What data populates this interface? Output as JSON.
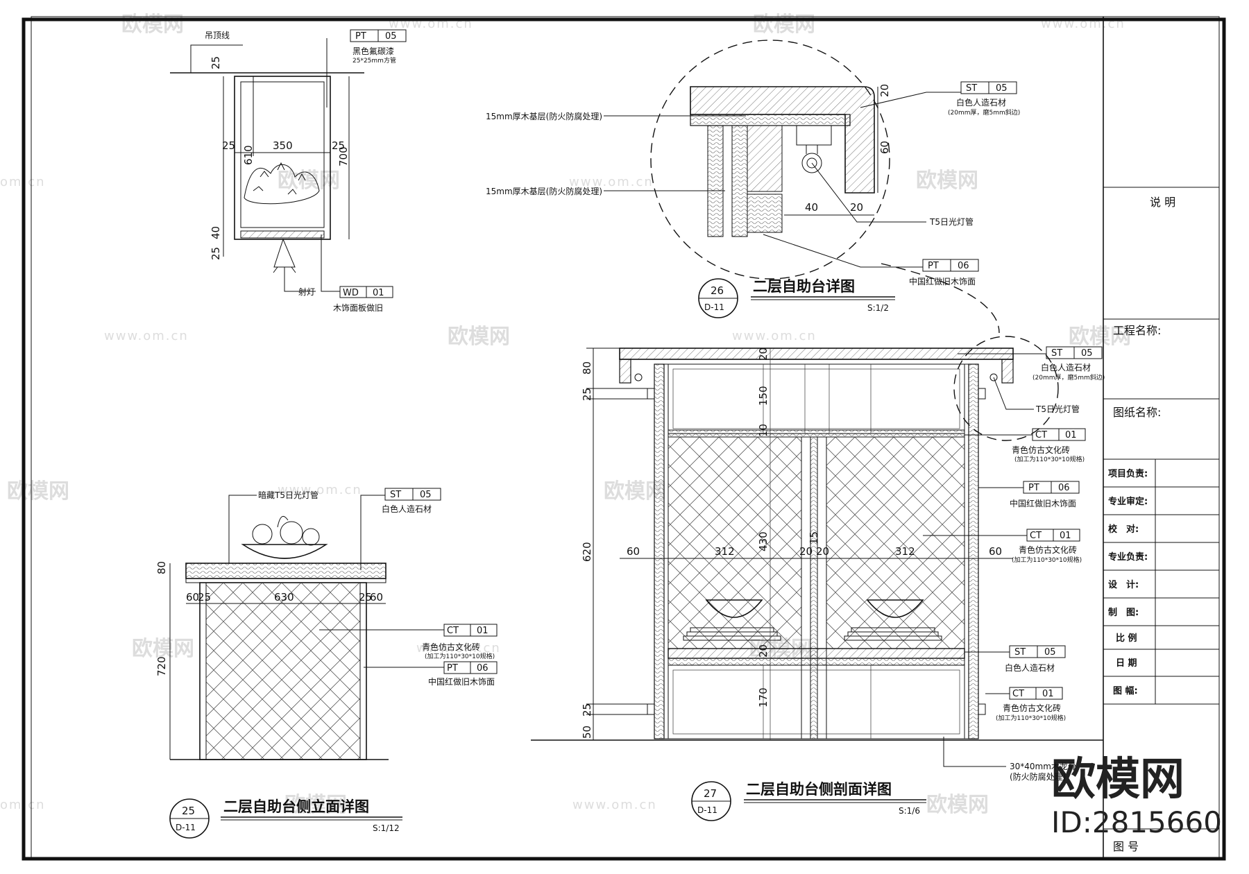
{
  "watermark": {
    "brand": "欧模网",
    "url": "www.om.cn",
    "url_short": "om.cn",
    "id": "ID:2815660"
  },
  "title_block": {
    "notes_heading": "说 明",
    "project_name": "工程名称:",
    "drawing_name": "图纸名称:",
    "rows": [
      "项目负责:",
      "专业审定:",
      "校　对:",
      "专业负责:",
      "设　计:",
      "制　图:",
      "比 例",
      "日 期",
      "图 幅:"
    ],
    "drawing_no": "图 号"
  },
  "detail26": {
    "number": "26",
    "sheet": "D-11",
    "title": "二层自助台详图",
    "scale": "S:1/2",
    "notes": {
      "board1": "15mm厚木基层(防火防腐处理)",
      "board2": "15mm厚木基层(防火防腐处理)",
      "lamp": "T5日光灯管",
      "st_desc": "白色人造石材",
      "st_sub": "(20mm厚，磨5mm斜边)",
      "pt_desc": "中国红做旧木饰面"
    },
    "tags": {
      "st": "ST",
      "st_no": "05",
      "pt": "PT",
      "pt_no": "06"
    },
    "dims": {
      "d20": "20",
      "d60": "60",
      "d40": "40",
      "d20b": "20"
    }
  },
  "detail_plan": {
    "notes": {
      "ceiling": "吊顶线",
      "paint": "黑色氟碳漆",
      "pipe": "25*25mm方管",
      "spot": "射灯",
      "wood": "木饰面板做旧"
    },
    "tags": {
      "pt": "PT",
      "pt_no": "05",
      "wd": "WD",
      "wd_no": "01"
    },
    "dims": {
      "top": "25",
      "left": "25",
      "w": "350",
      "right": "25",
      "inner": "610",
      "h": "700",
      "b1": "40",
      "b2": "25"
    }
  },
  "detail25": {
    "number": "25",
    "sheet": "D-11",
    "title": "二层自助台侧立面详图",
    "scale": "S:1/12",
    "notes": {
      "lamp": "暗藏T5日光灯管",
      "st_desc": "白色人造石材",
      "ct_desc": "青色仿古文化砖",
      "ct_sub": "(加工为110*30*10规格)",
      "pt_desc": "中国红做旧木饰面"
    },
    "tags": {
      "st": "ST",
      "st_no": "05",
      "ct": "CT",
      "ct_no": "01",
      "pt": "PT",
      "pt_no": "06"
    },
    "dims": {
      "top": "80",
      "h": "720",
      "a": "60",
      "b": "25",
      "w": "630",
      "c": "25",
      "d": "60"
    }
  },
  "detail27": {
    "number": "27",
    "sheet": "D-11",
    "title": "二层自助台侧剖面详图",
    "scale": "S:1/6",
    "notes": {
      "st_desc": "白色人造石材",
      "st_sub": "(20mm厚，磨5mm斜边)",
      "lamp": "T5日光灯管",
      "ct_desc": "青色仿古文化砖",
      "ct_sub": "(加工为110*30*10规格)",
      "pt_desc": "中国红做旧木饰面",
      "ct2_desc": "青色仿古文化砖",
      "ct2_sub": "(加工为110*30*10规格)",
      "st2_desc": "白色人造石材",
      "ct3_desc": "青色仿古文化砖",
      "ct3_sub": "(加工为110*30*10规格)",
      "frame": "30*40mm木龙骨",
      "frame_sub": "(防火防腐处理)"
    },
    "tags": {
      "st": "ST",
      "st_no": "05",
      "ct": "CT",
      "ct_no": "01",
      "pt": "PT",
      "pt_no": "06"
    },
    "dims": {
      "v80": "80",
      "v25": "25",
      "v620": "620",
      "v25b": "25",
      "v50": "50",
      "c20": "20",
      "c150": "150",
      "c10": "10",
      "c430": "430",
      "c20b": "20",
      "c170": "170",
      "c15": "15",
      "h60": "60",
      "h312": "312",
      "h20": "20",
      "h20b": "20",
      "h312b": "312",
      "h60b": "60"
    }
  }
}
